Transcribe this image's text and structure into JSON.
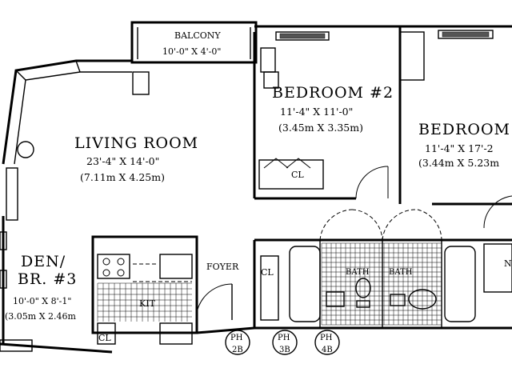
{
  "rooms": {
    "balcony": {
      "name": "BALCONY",
      "dims": "10'-0\" X 4'-0\""
    },
    "living": {
      "name": "LIVING ROOM",
      "dims": "23'-4\" X 14'-0\"",
      "metric": "(7.11m X 4.25m)"
    },
    "bedroom2": {
      "name": "BEDROOM #2",
      "dims": "11'-4\" X 11'-0\"",
      "metric": "(3.45m X 3.35m)"
    },
    "bedroom1": {
      "name": "BEDROOM #",
      "dims": "11'-4\" X 17'-2",
      "metric": "(3.44m X 5.23m"
    },
    "den": {
      "name1": "DEN/",
      "name2": "BR. #3",
      "dims": "10'-0\" X 8'-1\"",
      "metric": "(3.05m X 2.46m"
    },
    "foyer": {
      "name": "FOYER"
    },
    "kitchen": {
      "name": "KIT"
    },
    "bath1": {
      "name": "BATH"
    },
    "bath2": {
      "name": "BATH"
    },
    "closet_bed2": {
      "name": "CL"
    },
    "closet_foyer": {
      "name": "CL"
    },
    "closet_kit": {
      "name": "CL"
    },
    "edge_label": {
      "name": "N"
    }
  },
  "units": [
    {
      "line1": "PH",
      "line2": "2B"
    },
    {
      "line1": "PH",
      "line2": "3B"
    },
    {
      "line1": "PH",
      "line2": "4B"
    }
  ]
}
